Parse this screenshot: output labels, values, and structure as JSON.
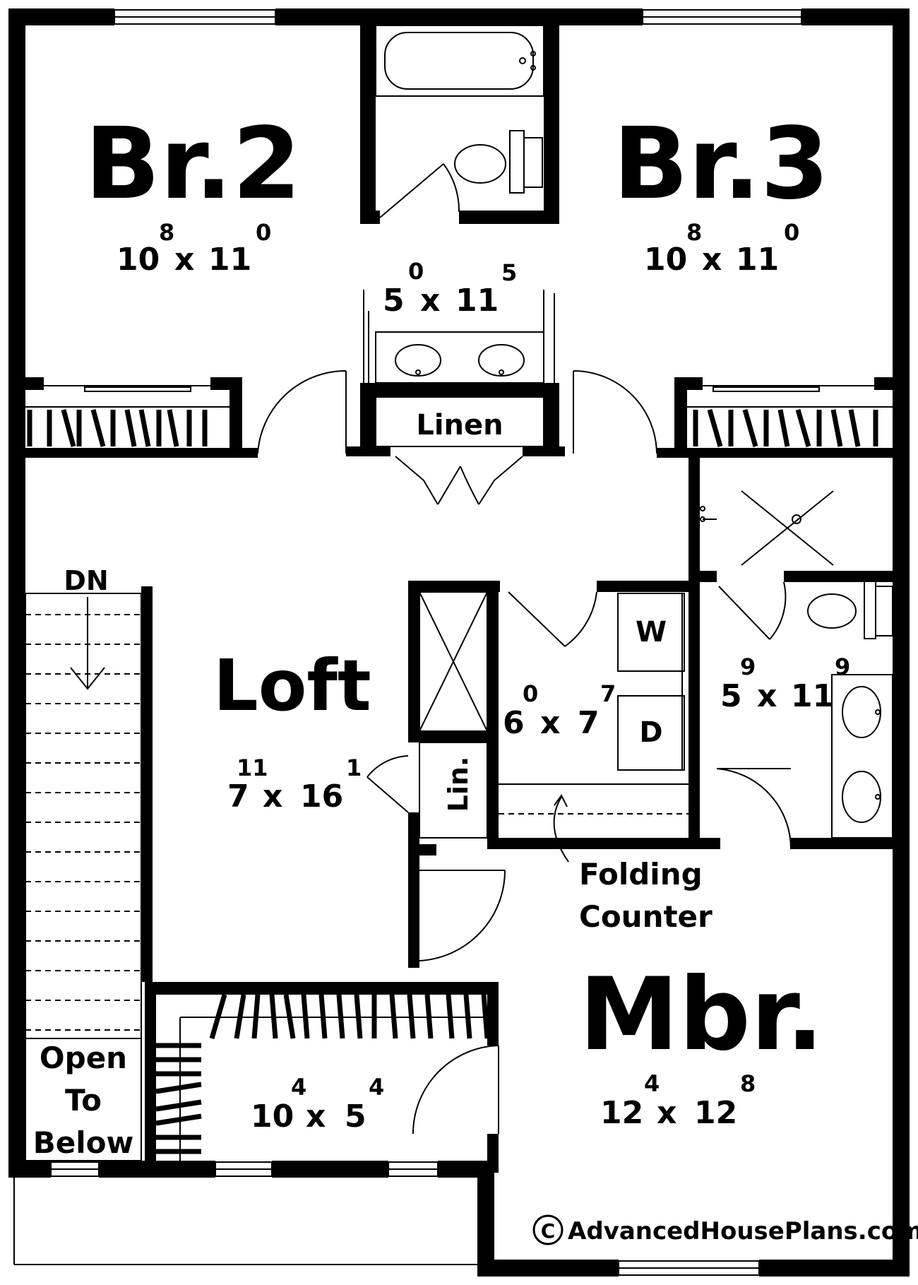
{
  "rooms": {
    "br2": {
      "name": "Br.2",
      "w": "10",
      "w_in": "8",
      "d": "11",
      "d_in": "0"
    },
    "br3": {
      "name": "Br.3",
      "w": "10",
      "w_in": "8",
      "d": "11",
      "d_in": "0"
    },
    "bath_hall": {
      "w": "5",
      "w_in": "0",
      "d": "11",
      "d_in": "5"
    },
    "loft": {
      "name": "Loft",
      "w": "7",
      "w_in": "11",
      "d": "16",
      "d_in": "1"
    },
    "laundry": {
      "w": "6",
      "w_in": "0",
      "d": "7",
      "d_in": "7"
    },
    "master_bath": {
      "w": "5",
      "w_in": "9",
      "d": "11",
      "d_in": "9"
    },
    "closet": {
      "w": "10",
      "w_in": "4",
      "d": "5",
      "d_in": "4"
    },
    "mbr": {
      "name": "Mbr.",
      "w": "12",
      "w_in": "4",
      "d": "12",
      "d_in": "8"
    }
  },
  "labels": {
    "linen": "Linen",
    "lin": "Lin.",
    "dn": "DN",
    "washer": "W",
    "dryer": "D",
    "folding_1": "Folding",
    "folding_2": "Counter",
    "open_1": "Open",
    "open_2": "To",
    "open_3": "Below",
    "copyright_symbol": "C",
    "copyright": "AdvancedHousePlans.com"
  },
  "dimension_separator": "x"
}
